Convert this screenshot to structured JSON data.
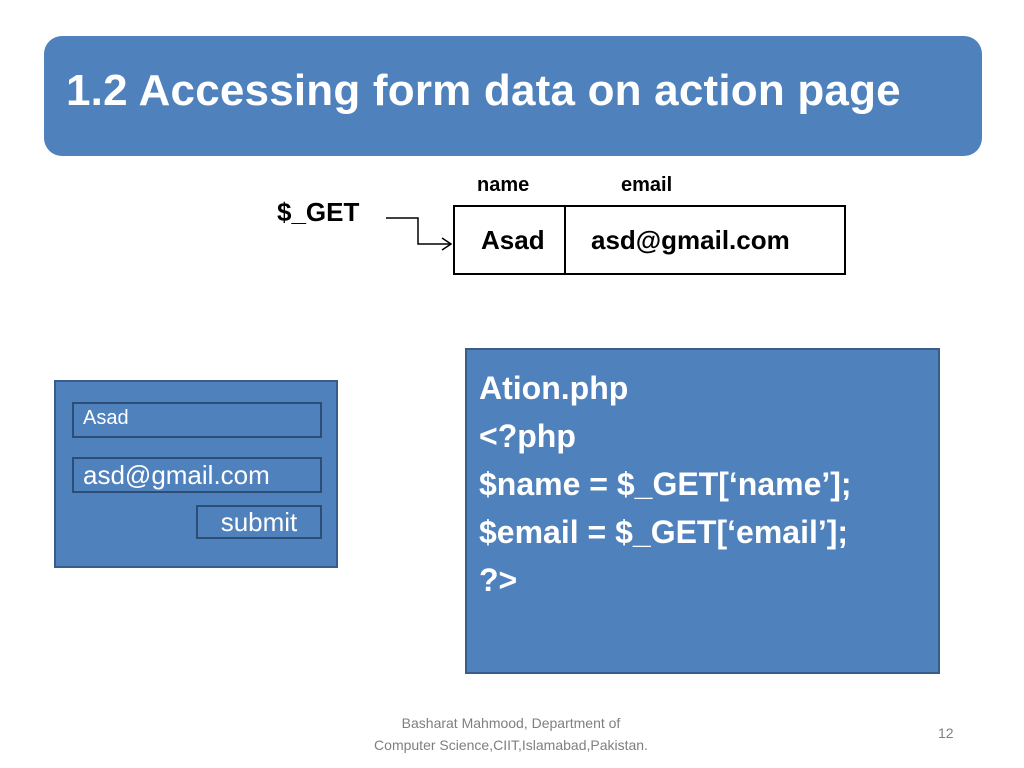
{
  "slide": {
    "title": "1.2 Accessing form data on action page"
  },
  "get_diagram": {
    "variable": "$_GET",
    "columns": {
      "name": "name",
      "email": "email"
    },
    "values": {
      "name": "Asad",
      "email": "asd@gmail.com"
    }
  },
  "form": {
    "name_value": "Asad",
    "email_value": "asd@gmail.com",
    "submit_label": "submit"
  },
  "code": {
    "lines": [
      "Ation.php",
      "<?php",
      "$name = $_GET[‘name’];",
      "$email = $_GET[‘email’];",
      "?>"
    ]
  },
  "footer": {
    "line1": "Basharat Mahmood, Department of",
    "line2": "Computer Science,CIIT,Islamabad,Pakistan.",
    "page_number": "12"
  },
  "colors": {
    "accent": "#4f81bd",
    "border": "#385d8a",
    "footer_text": "#7f7f7f"
  }
}
